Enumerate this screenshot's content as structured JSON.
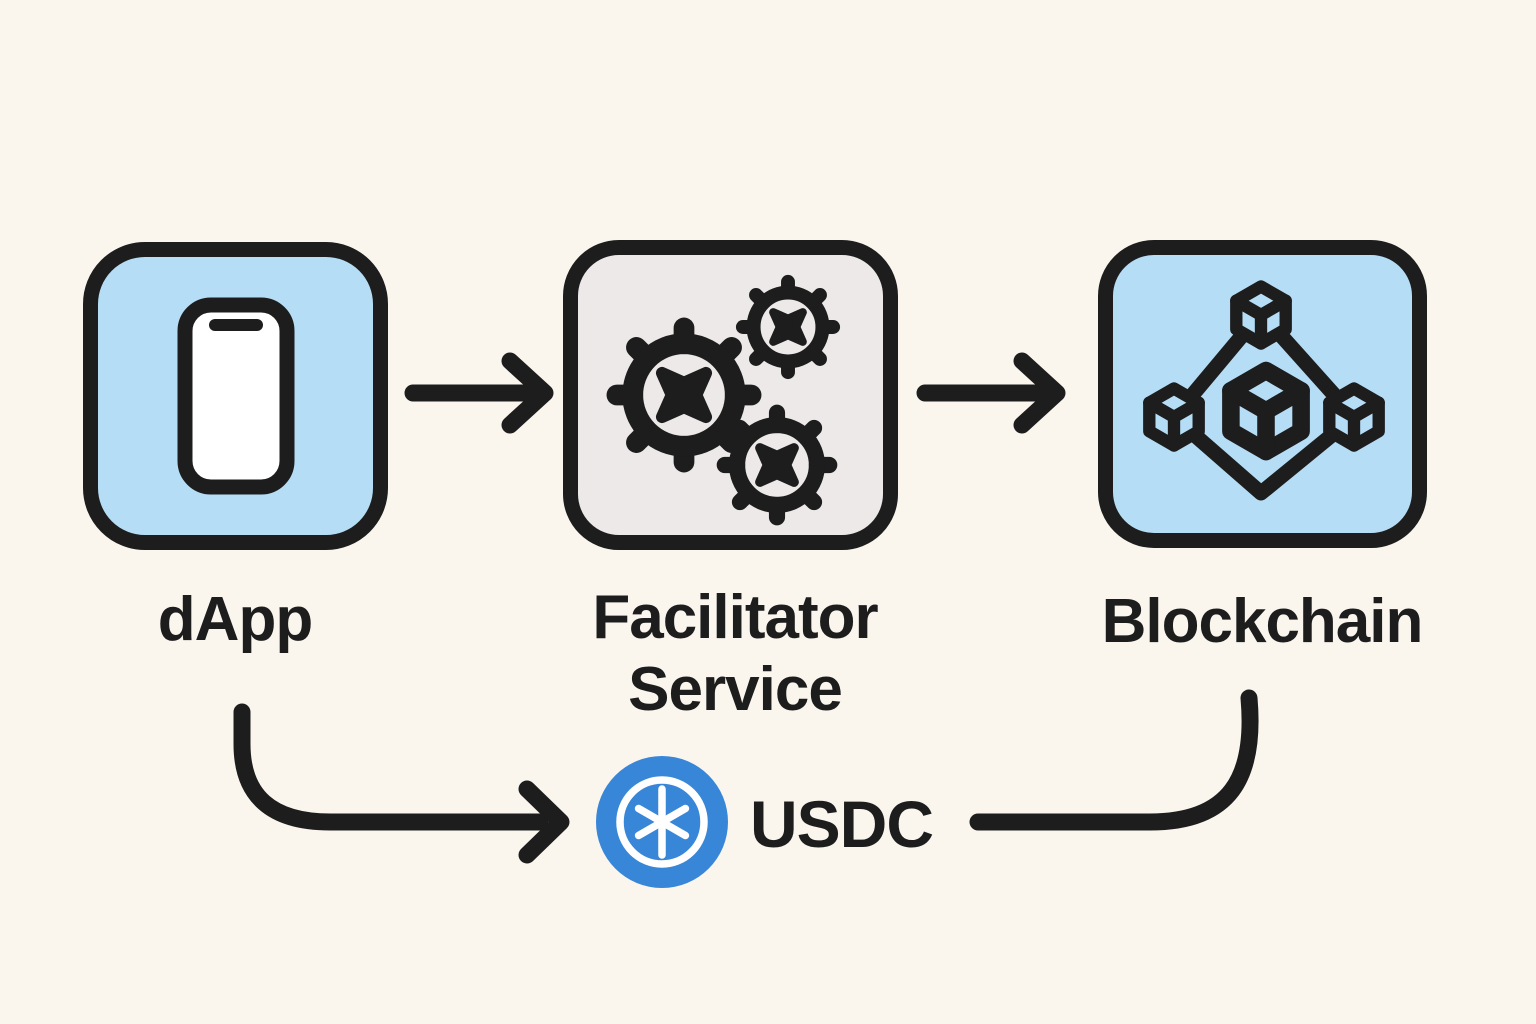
{
  "diagram": {
    "title_implicit": "dApp payment flow",
    "background_color": "#faf6ee",
    "line_color": "#1d1d1d",
    "nodes": [
      {
        "id": "dapp",
        "label": "dApp",
        "icon": "smartphone-icon",
        "fill_color": "#b6ddf6"
      },
      {
        "id": "facilitator-service",
        "label": "Facilitator Service",
        "label_lines": [
          "Facilitator",
          "Service"
        ],
        "icon": "gears-icon",
        "fill_color": "#ece9e8"
      },
      {
        "id": "blockchain",
        "label": "Blockchain",
        "icon": "blockchain-cubes-icon",
        "fill_color": "#b6ddf6"
      }
    ],
    "edges": [
      {
        "from": "dApp",
        "to": "Facilitator Service",
        "style": "straight-arrow-right"
      },
      {
        "from": "Facilitator Service",
        "to": "Blockchain",
        "style": "straight-arrow-right"
      },
      {
        "from": "dApp",
        "to": "Blockchain",
        "via": "USDC",
        "style": "curved-bottom-flow"
      }
    ],
    "token": {
      "label": "USDC",
      "icon": "usdc-coin-icon",
      "coin_color": "#3886d8",
      "symbol_color": "#ffffff"
    }
  }
}
